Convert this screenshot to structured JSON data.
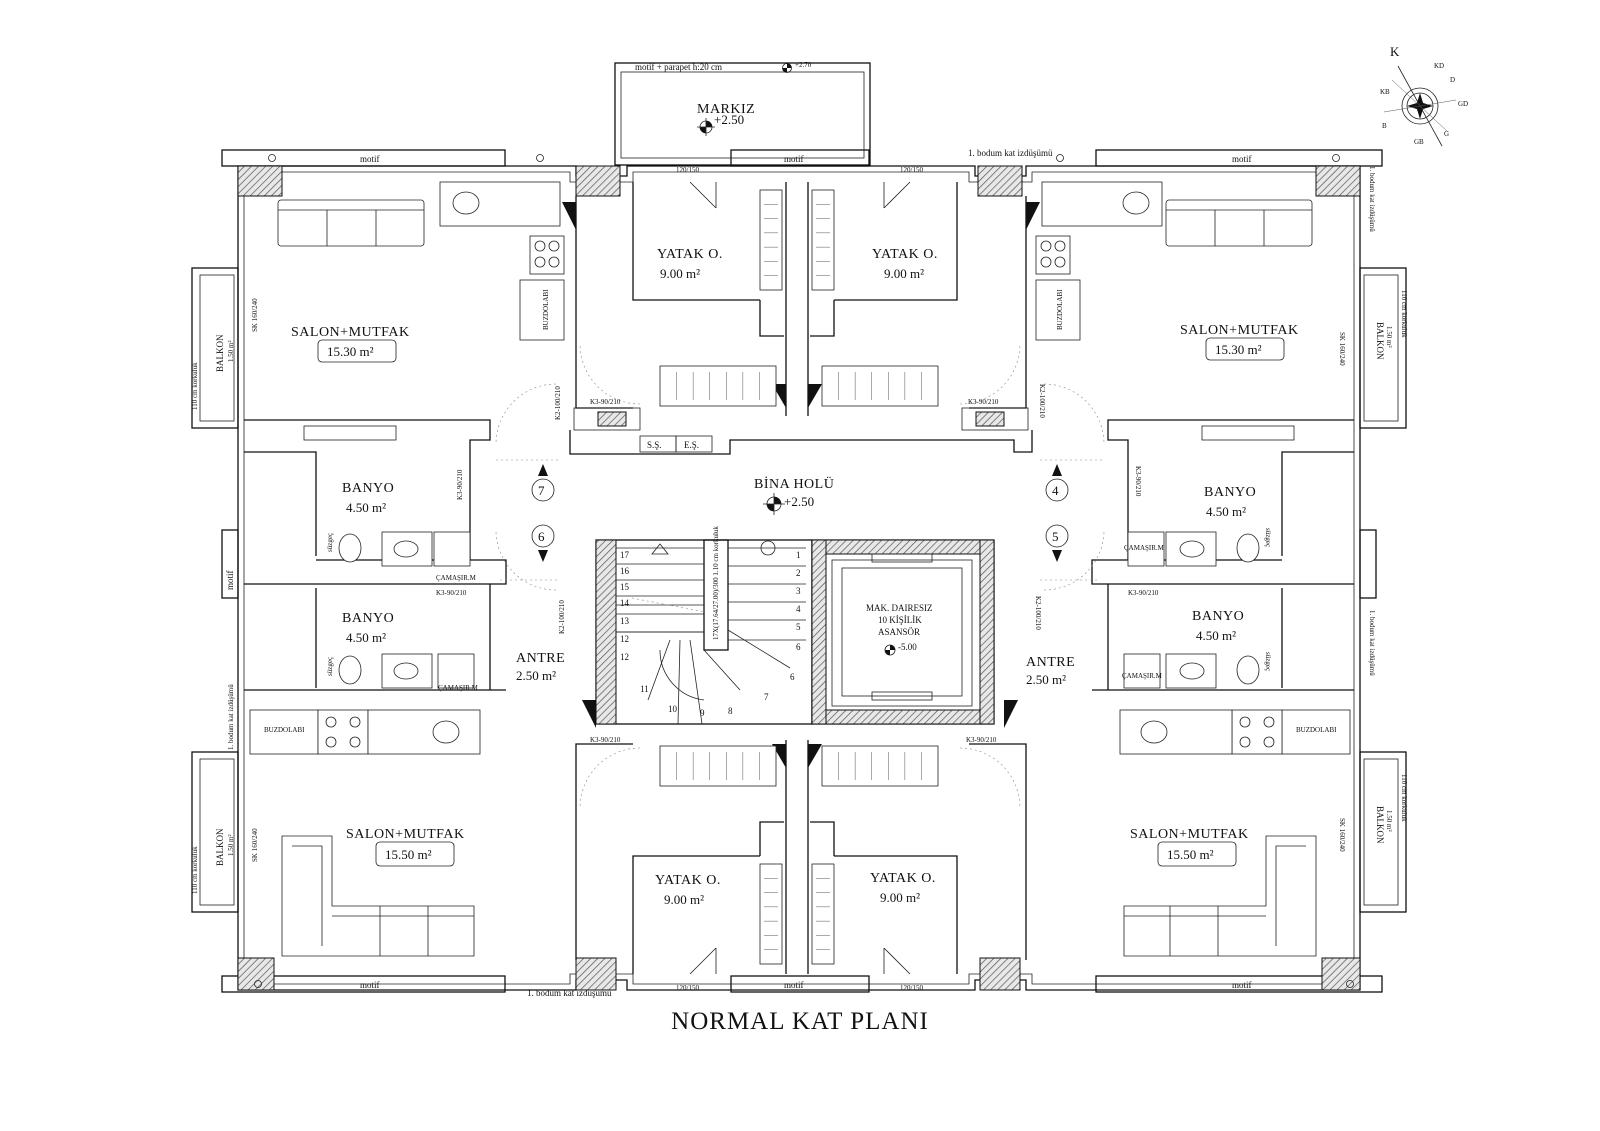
{
  "plan": {
    "title": "NORMAL KAT PLANI",
    "compass": {
      "k": "K",
      "kd": "KD",
      "d": "D",
      "gd": "GD",
      "g": "G",
      "gb": "GB",
      "b": "B",
      "kb": "KB"
    },
    "markiz": {
      "label": "MARKIZ",
      "level": "+2.50",
      "note": "motif + parapet h:20 cm",
      "note_level": "+2.70"
    },
    "projection_label": "1. bodum kat izdüşümü",
    "motif": "motif",
    "rooms": {
      "salon_tl": {
        "name": "SALON+MUTFAK",
        "area": "15.30 m²"
      },
      "salon_tr": {
        "name": "SALON+MUTFAK",
        "area": "15.30 m²"
      },
      "salon_bl": {
        "name": "SALON+MUTFAK",
        "area": "15.50 m²"
      },
      "salon_br": {
        "name": "SALON+MUTFAK",
        "area": "15.50 m²"
      },
      "yatak_tl": {
        "name": "YATAK O.",
        "area": "9.00 m²"
      },
      "yatak_tr": {
        "name": "YATAK O.",
        "area": "9.00 m²"
      },
      "yatak_bl": {
        "name": "YATAK O.",
        "area": "9.00 m²"
      },
      "yatak_br": {
        "name": "YATAK O.",
        "area": "9.00 m²"
      },
      "banyo_tl": {
        "name": "BANYO",
        "area": "4.50 m²"
      },
      "banyo_tr": {
        "name": "BANYO",
        "area": "4.50 m²"
      },
      "banyo_bl": {
        "name": "BANYO",
        "area": "4.50 m²"
      },
      "banyo_br": {
        "name": "BANYO",
        "area": "4.50 m²"
      },
      "antre_l": {
        "name": "ANTRE",
        "area": "2.50 m²"
      },
      "antre_r": {
        "name": "ANTRE",
        "area": "2.50 m²"
      },
      "hol": {
        "name": "BİNA HOLÜ",
        "level": "+2.50"
      },
      "balkon_l_top": {
        "name": "BALKON",
        "area": "1.50 m²"
      },
      "balkon_l_bot": {
        "name": "BALKON",
        "area": "1.50 m²"
      },
      "balkon_r_top": {
        "name": "BALKON",
        "area": "1.50 m²"
      },
      "balkon_r_bot": {
        "name": "BALKON",
        "area": "1.50 m²"
      }
    },
    "elevator": {
      "line1": "MAK. DAIRESIZ",
      "line2": "10 KİŞİLİK",
      "line3": "ASANSÖR",
      "level": "-5.00"
    },
    "apartments": [
      "7",
      "6",
      "4",
      "5"
    ],
    "labels": {
      "ss": "S.Ş.",
      "es": "E.Ş.",
      "buzdolabi": "BUZDOLABI",
      "camasir": "ÇAMAŞIR.M",
      "sizgec": "süzgeç",
      "window_top": "120/150",
      "window_bot": "120/150",
      "door_k3": "K3-90/210",
      "door_k2": "K2-100/210",
      "sk": "SK 160/240",
      "stair_note": "17X(17.64/27.00)/300 1.10 cm korkuluk",
      "railing": "110 cm korkuluk"
    },
    "stairs": [
      "1",
      "2",
      "3",
      "4",
      "5",
      "6",
      "7",
      "8",
      "9",
      "10",
      "11",
      "12",
      "13",
      "14",
      "15",
      "16",
      "17"
    ]
  }
}
